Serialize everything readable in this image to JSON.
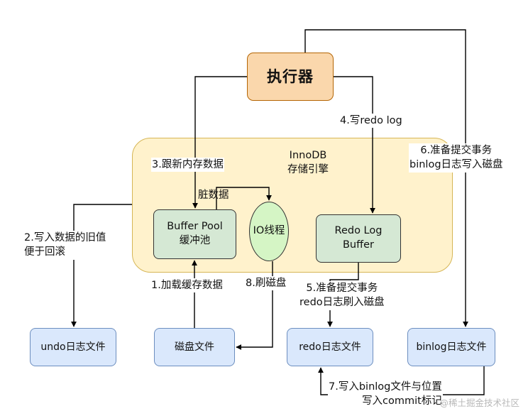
{
  "nodes": {
    "executor": "执行器",
    "engine": {
      "name": "InnoDB",
      "subtitle": "存储引擎"
    },
    "buffer_pool": {
      "line1": "Buffer Pool",
      "line2": "缓冲池"
    },
    "io_thread": "IO线程",
    "redo_log_buffer": {
      "line1": "Redo Log",
      "line2": "Buffer"
    },
    "undo_file": "undo日志文件",
    "disk_file": "磁盘文件",
    "redo_file": "redo日志文件",
    "binlog_file": "binlog日志文件"
  },
  "steps": {
    "step1": "1.加载缓存数据",
    "step2": {
      "line1": "2.写入数据的旧值",
      "line2": "便于回滚"
    },
    "step3": "3.跟新内存数据",
    "step4": "4.写redo log",
    "step5": {
      "line1": "5.准备提交事务",
      "line2": "redo日志刷入磁盘"
    },
    "step6": {
      "line1": "6.准备提交事务",
      "line2": "binlog日志写入磁盘"
    },
    "step7": {
      "line1": "7.写入binlog文件与位置",
      "line2": "写入commit标记"
    },
    "step8": "8.刷磁盘",
    "dirty_data": "脏数据"
  },
  "watermark": "@稀土掘金技术社区",
  "colors": {
    "executor_fill": "#fad7ac",
    "engine_fill": "#fff2cc",
    "buffer_fill": "#d5e8d4",
    "io_fill": "#d5f5c5",
    "file_fill": "#dae8fc"
  }
}
